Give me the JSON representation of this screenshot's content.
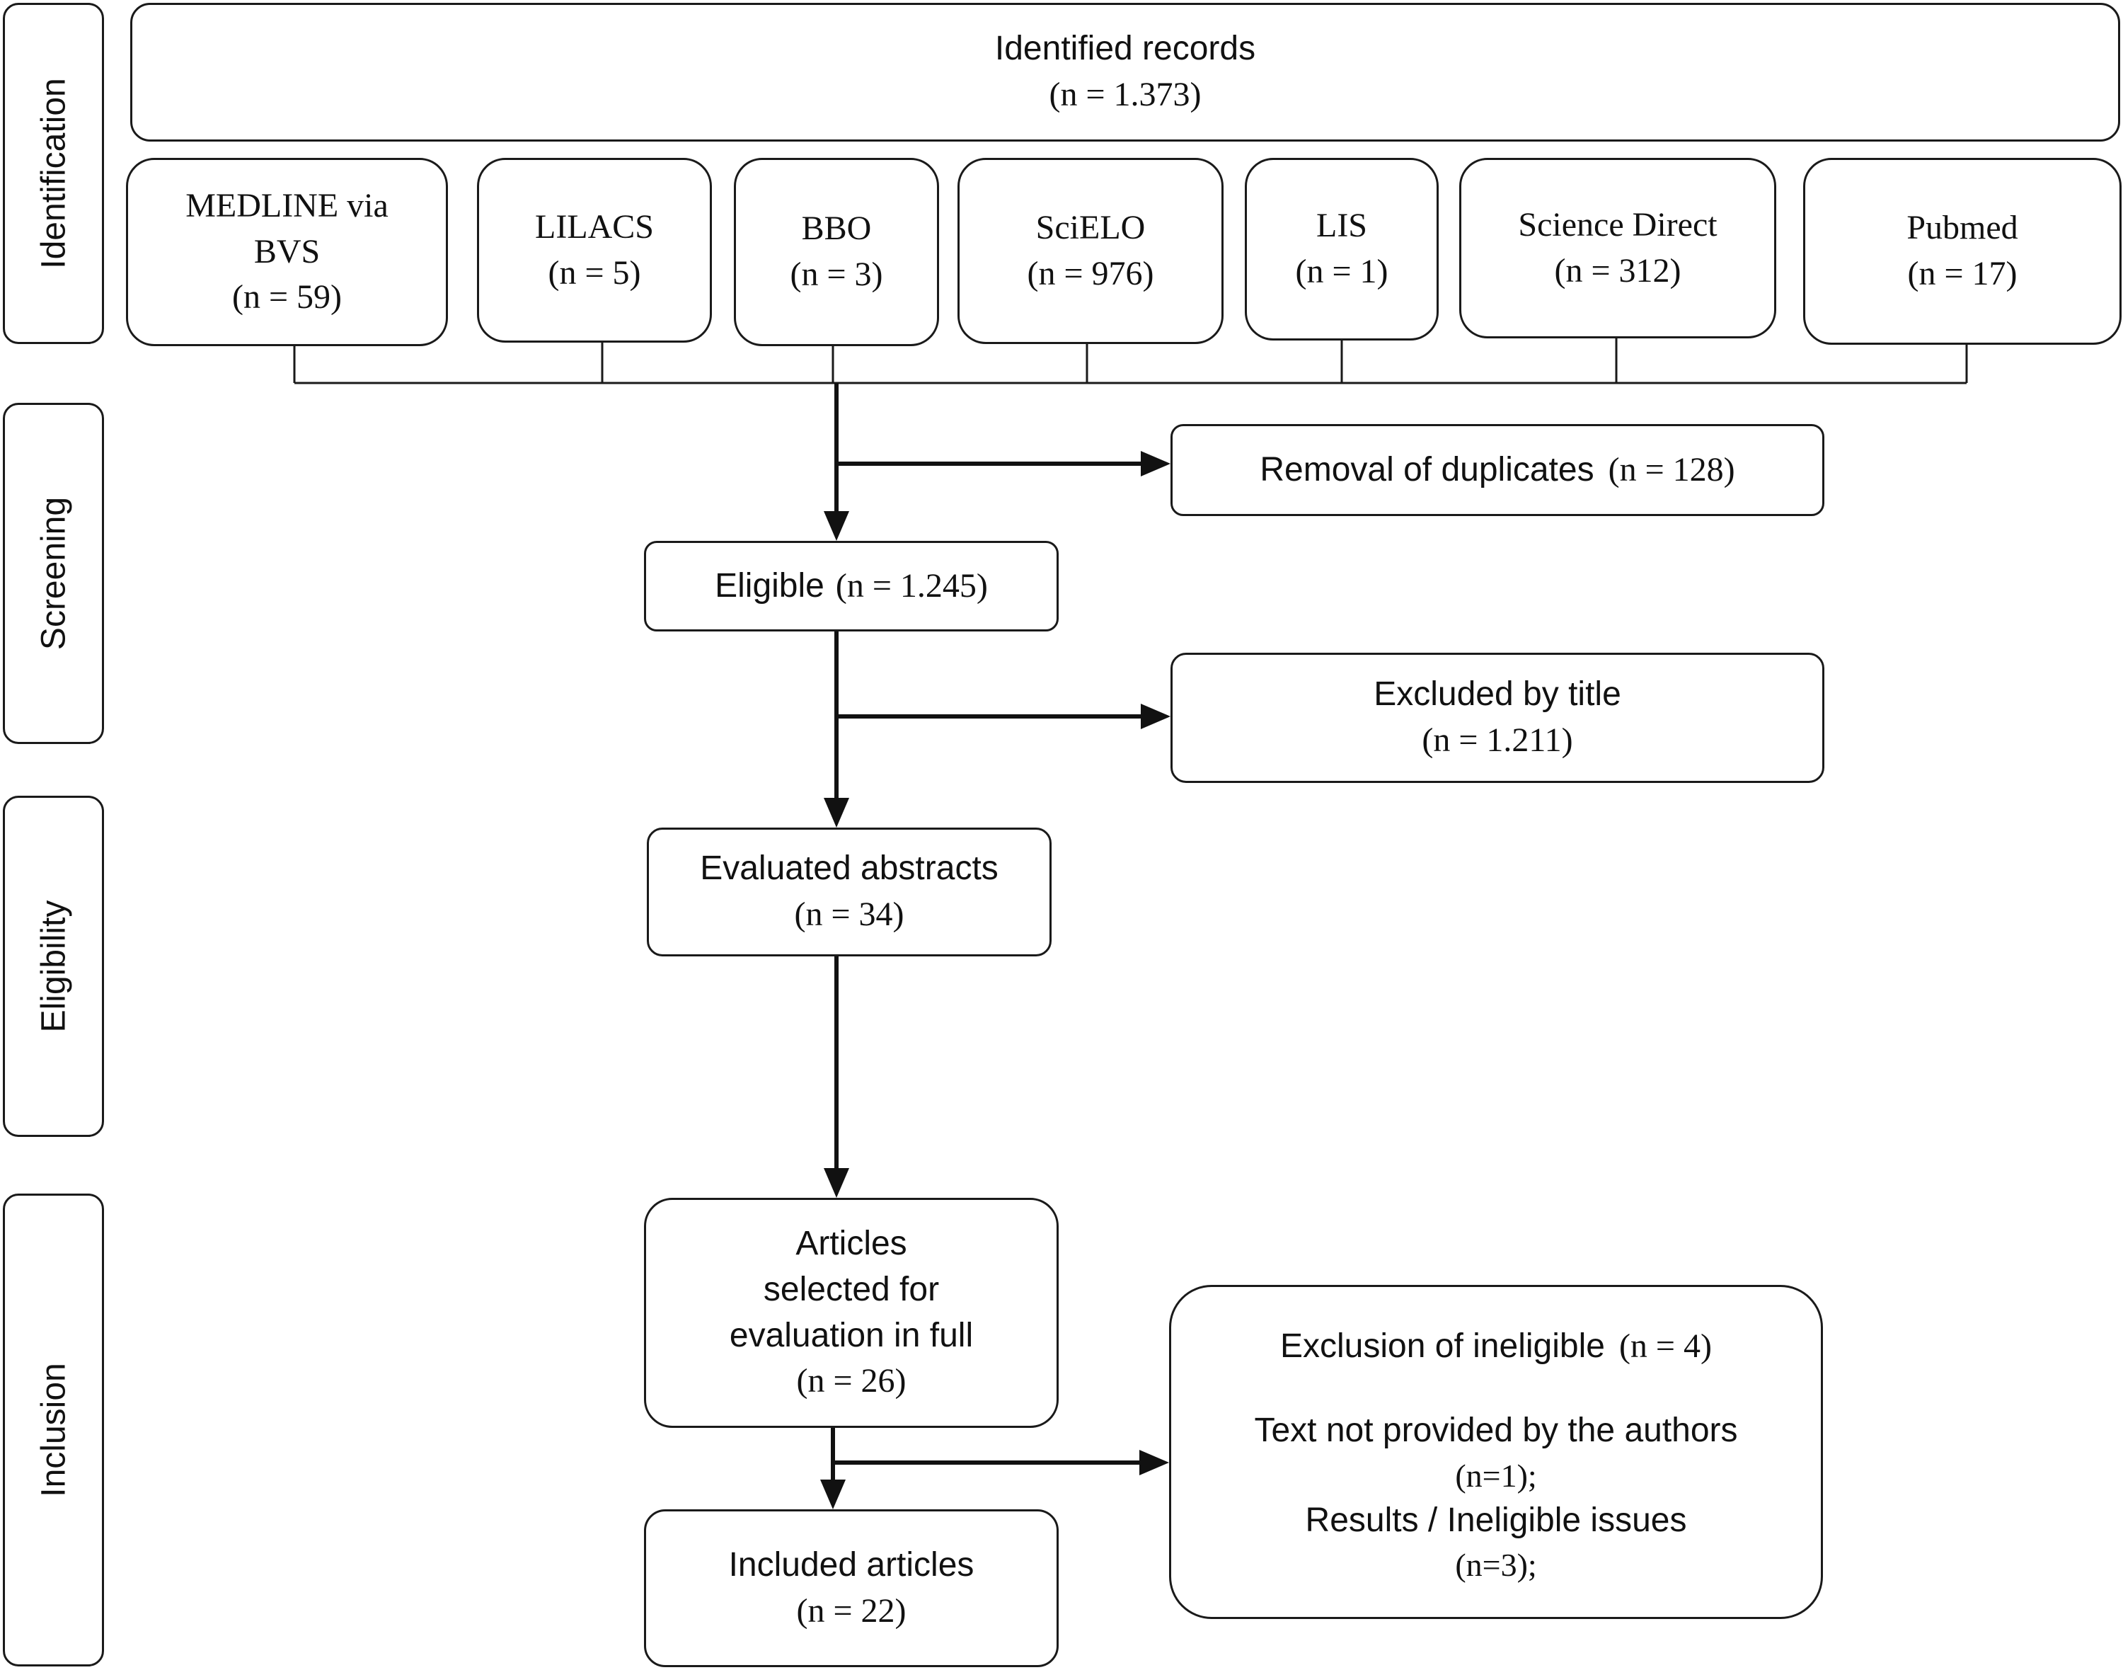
{
  "stages": [
    {
      "key": "identification",
      "label": "Identification"
    },
    {
      "key": "screening",
      "label": "Screening"
    },
    {
      "key": "eligibility",
      "label": "Eligibility"
    },
    {
      "key": "inclusion",
      "label": "Inclusion"
    }
  ],
  "identified": {
    "label": "Identified records",
    "count": "(n = 1.373)"
  },
  "sources": [
    {
      "line1": "MEDLINE via",
      "line2": "BVS",
      "count": "(n = 59)"
    },
    {
      "line1": "LILACS",
      "count": "(n = 5)"
    },
    {
      "line1": "BBO",
      "count": "(n = 3)"
    },
    {
      "line1": "SciELO",
      "count": "(n = 976)"
    },
    {
      "line1": "LIS",
      "count": "(n = 1)"
    },
    {
      "line1": "Science Direct",
      "count": "(n = 312)"
    },
    {
      "line1": "Pubmed",
      "count": "(n = 17)"
    }
  ],
  "duplicates": {
    "label": "Removal of duplicates",
    "count": "(n = 128)"
  },
  "eligible": {
    "label": "Eligible",
    "count": "(n = 1.245)"
  },
  "excluded_title": {
    "label": "Excluded by title",
    "count": "(n = 1.211)"
  },
  "abstracts": {
    "label": "Evaluated abstracts",
    "count": "(n = 34)"
  },
  "full_text": {
    "line1": "Articles",
    "line2": "selected for",
    "line3": "evaluation in full",
    "count": "(n = 26)"
  },
  "ineligible": {
    "label": "Exclusion of ineligible",
    "count": "(n = 4)",
    "reason1": "Text not provided by the authors",
    "reason1_count": "(n=1);",
    "reason2": "Results / Ineligible issues",
    "reason2_count": "(n=3);"
  },
  "included": {
    "label": "Included articles",
    "count": "(n = 22)"
  }
}
